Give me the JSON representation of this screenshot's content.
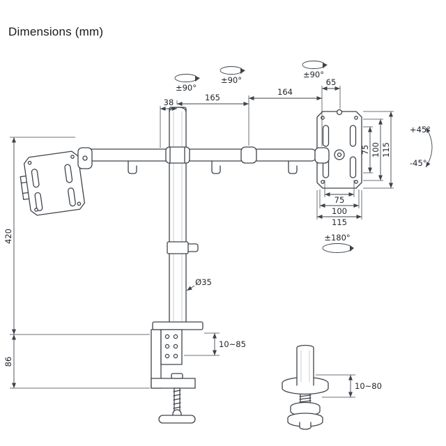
{
  "title": "Dimensions (mm)",
  "colors": {
    "line": "#3d434a",
    "text": "#22262b",
    "background": "#ffffff"
  },
  "dimensions": {
    "arm_seg_pole": "38",
    "arm_seg_left": "165",
    "arm_seg_right": "164",
    "head_offset": "65",
    "swivel_joint_1": "±90°",
    "swivel_joint_2": "±90°",
    "swivel_joint_3": "±90°",
    "tilt_up": "+45°",
    "tilt_down": "-45°",
    "vesa_vertical": {
      "inner": "75",
      "mid": "100",
      "outer": "115"
    },
    "vesa_horizontal": {
      "inner": "75",
      "mid": "100",
      "outer": "115"
    },
    "plate_rotation": "±180°",
    "pole_height": "420",
    "clamp_body_height": "86",
    "pole_diameter": "Ø35",
    "clamp_range": "10~85",
    "grommet_range": "10~80"
  }
}
